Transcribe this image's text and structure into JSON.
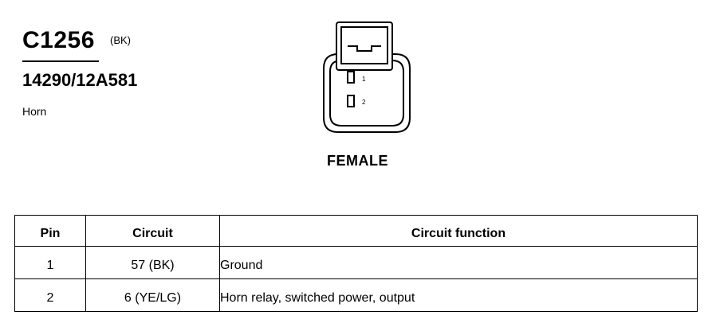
{
  "connector": {
    "id": "C1256",
    "color_code": "(BK)",
    "part_number": "14290/12A581",
    "description": "Horn",
    "type": "FEMALE"
  },
  "drawing": {
    "pins": [
      {
        "label": "1"
      },
      {
        "label": "2"
      }
    ]
  },
  "table": {
    "headers": {
      "pin": "Pin",
      "circuit": "Circuit",
      "function": "Circuit function"
    },
    "rows": [
      {
        "pin": "1",
        "circuit": "57 (BK)",
        "function": "Ground"
      },
      {
        "pin": "2",
        "circuit": "6 (YE/LG)",
        "function": "Horn relay, switched power, output"
      }
    ]
  }
}
